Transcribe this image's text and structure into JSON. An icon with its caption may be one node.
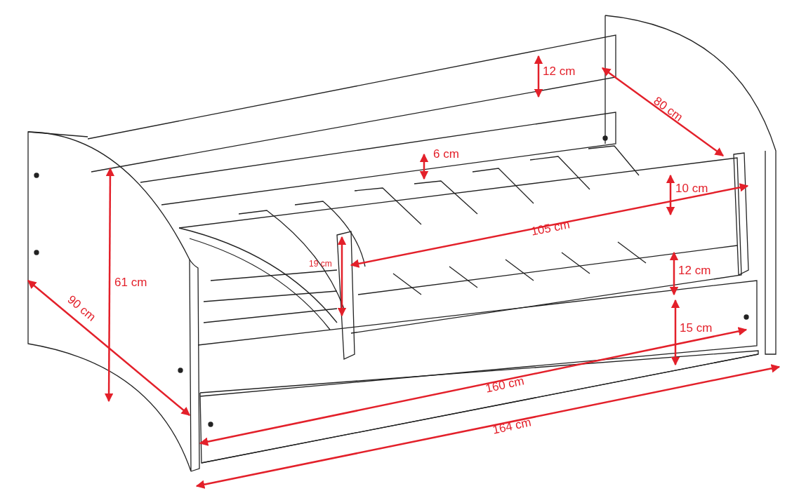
{
  "diagram": {
    "labels": [
      "12 cm",
      "80 cm",
      "6 cm",
      "10 cm",
      "105 cm",
      "19 cm",
      "61 cm",
      "12 cm",
      "15 cm",
      "90 cm",
      "160 cm",
      "164 cm"
    ]
  }
}
